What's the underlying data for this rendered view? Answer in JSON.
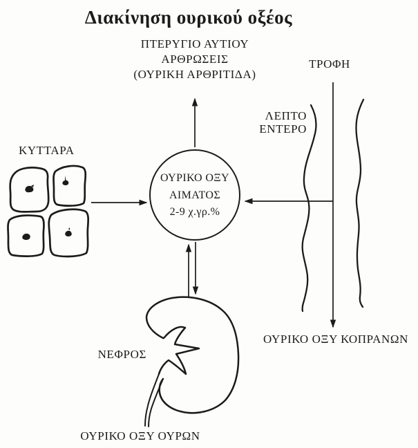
{
  "title": "Διακίνηση ουρικού οξέος",
  "colors": {
    "ink": "#1b1b1b",
    "paper": "#fdfdfb"
  },
  "diagram": {
    "ear_joints": {
      "line1": "ΠΤΕΡΥΓΙΟ ΑΥΤΙΟΥ",
      "line2": "ΑΡΘΡΩΣΕΙΣ",
      "line3": "(ΟΥΡΙΚΗ ΑΡΘΡΙΤΙΔΑ)"
    },
    "food": {
      "label": "ΤΡΟΦΗ"
    },
    "cells": {
      "label": "ΚΥΤΤΑΡΑ"
    },
    "blood_circle": {
      "line1": "ΟΥΡΙΚΟ ΟΞΥ",
      "line2": "ΑΙΜΑΤΟΣ",
      "line3": "2-9 χ.γρ.%"
    },
    "intestine": {
      "line1": "ΛΕΠΤΟ",
      "line2": "ΕΝΤΕΡΟ"
    },
    "kidney": {
      "label": "ΝΕΦΡΟΣ"
    },
    "urine": {
      "label": "ΟΥΡΙΚΟ ΟΞΥ ΟΥΡΩΝ"
    },
    "feces": {
      "label": "ΟΥΡΙΚΟ ΟΞΥ ΚΟΠΡΑΝΩΝ"
    }
  }
}
